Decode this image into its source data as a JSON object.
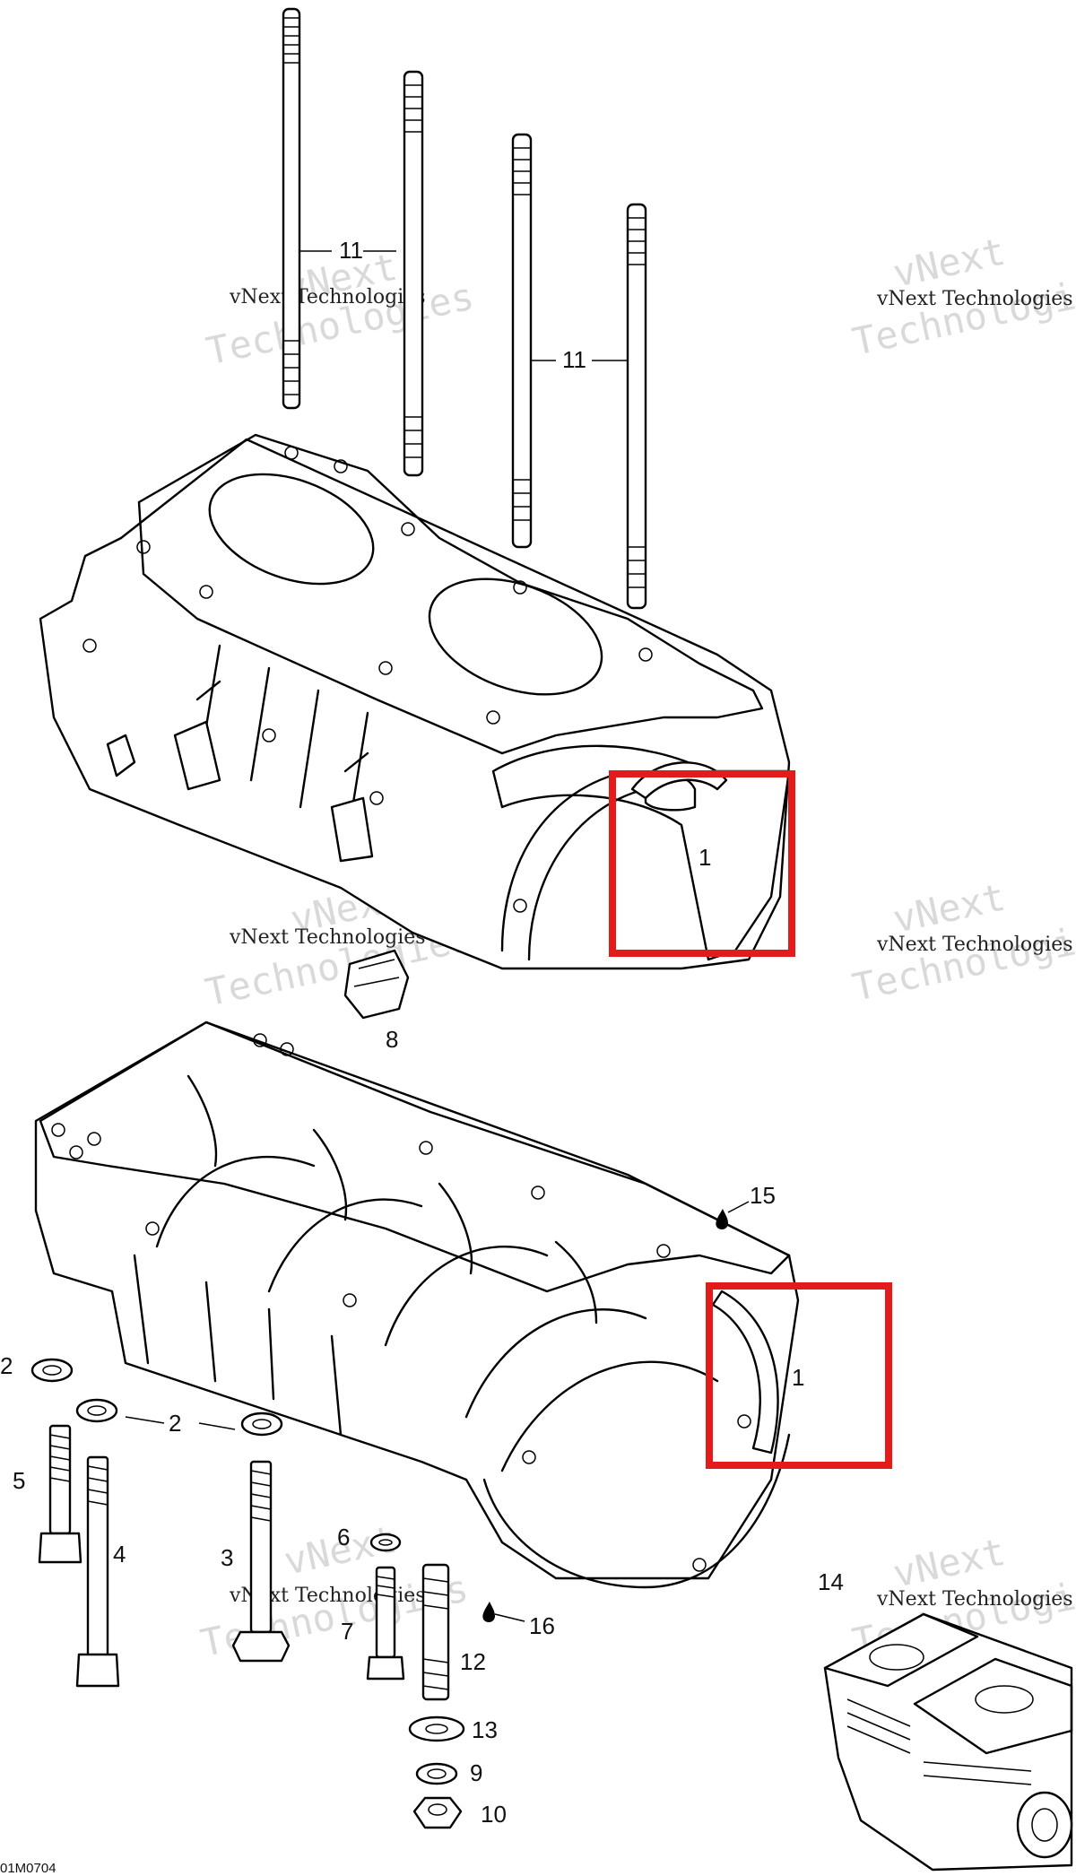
{
  "callouts": {
    "c1a": "1",
    "c1b": "1",
    "c2a": "2",
    "c2b": "2",
    "c3": "3",
    "c4": "4",
    "c5": "5",
    "c6": "6",
    "c7": "7",
    "c8": "8",
    "c9": "9",
    "c10": "10",
    "c11a": "11",
    "c11b": "11",
    "c12": "12",
    "c13": "13",
    "c14": "14",
    "c15": "15",
    "c16": "16"
  },
  "watermarks": {
    "brand": "vNext Technologies",
    "big_top": "vNext",
    "big_bottom": "Technologies"
  },
  "figure_code": "01M0704",
  "colors": {
    "highlight": "#e41b1b",
    "ink": "#000000",
    "watermark": "#d9d9d9"
  }
}
